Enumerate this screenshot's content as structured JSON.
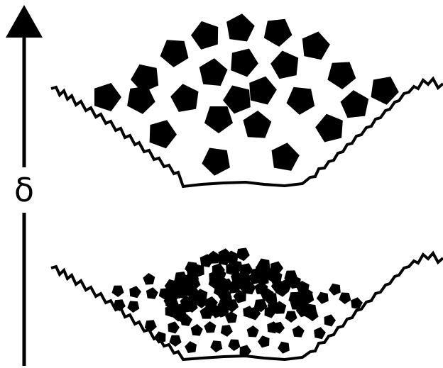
{
  "axis": {
    "symbol": "δ",
    "arrow_icon": "up-arrow-icon"
  },
  "colors": {
    "ink": "#000000",
    "background": "#ffffff"
  },
  "panels": [
    {
      "name": "upper-basin",
      "particle_shape": "pentagon-icon",
      "particle_size": "large",
      "particle_count": 24
    },
    {
      "name": "lower-basin",
      "particle_shape": "pentagon-icon",
      "particle_size": "small",
      "particle_count": 130
    }
  ]
}
